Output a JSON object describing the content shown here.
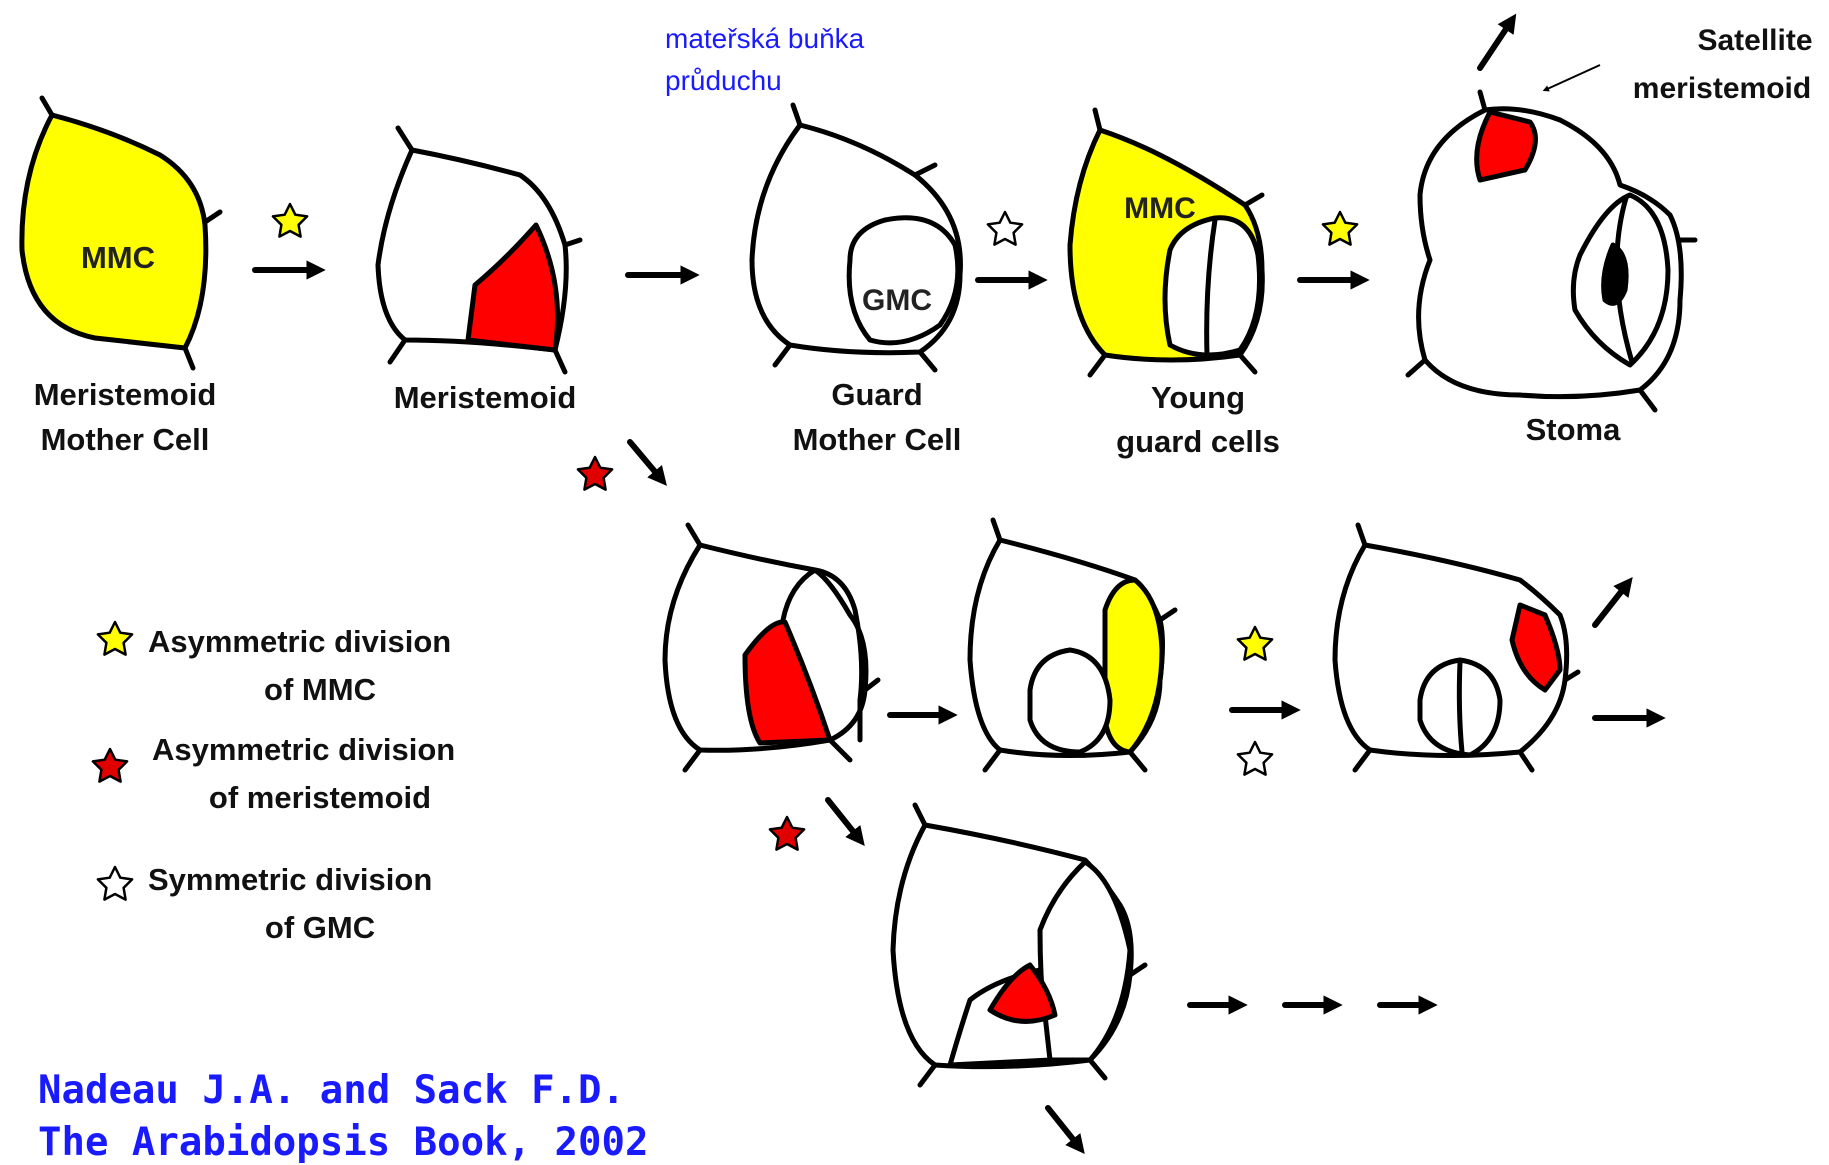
{
  "colors": {
    "mmc_fill": "#ffff00",
    "meristemoid_fill": "#ff0000",
    "outline": "#000000",
    "note_text": "#1a1aff"
  },
  "labels": {
    "mmc_cell": "MMC",
    "gmc_cell": "GMC",
    "mmc_young": "MMC",
    "meristemoid_mother_cell_1": "Meristemoid",
    "meristemoid_mother_cell_2": "Mother Cell",
    "meristemoid": "Meristemoid",
    "guard_mother_cell_1": "Guard",
    "guard_mother_cell_2": "Mother Cell",
    "young_guard_cells_1": "Young",
    "young_guard_cells_2": "guard cells",
    "stoma": "Stoma",
    "satellite_1": "Satellite",
    "satellite_2": "meristemoid"
  },
  "czech_note": {
    "line1": "mateřská buňka",
    "line2": "průduchu"
  },
  "legend": {
    "yellow_line1": "Asymmetric division",
    "yellow_line2": "of MMC",
    "red_line1": "Asymmetric division",
    "red_line2": "of meristemoid",
    "white_line1": "Symmetric division",
    "white_line2": "of GMC"
  },
  "citation": {
    "line1": "Nadeau J.A. and Sack F.D.",
    "line2": "The Arabidopsis Book, 2002"
  },
  "icons": [
    "yellow-star-icon",
    "red-star-icon",
    "white-star-icon",
    "arrow-icon"
  ]
}
